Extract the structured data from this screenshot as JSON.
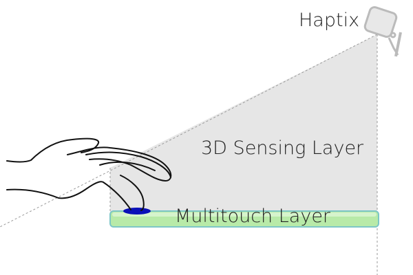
{
  "labels": {
    "device": "Haptix",
    "sensing_layer": "3D Sensing Layer",
    "multitouch_layer": "Multitouch Layer"
  },
  "colors": {
    "sensing_fill": "#e6e6e6",
    "multitouch_fill": "#b8eaa8",
    "multitouch_border": "#7cc6c6",
    "touch_point": "#0a10b8"
  }
}
